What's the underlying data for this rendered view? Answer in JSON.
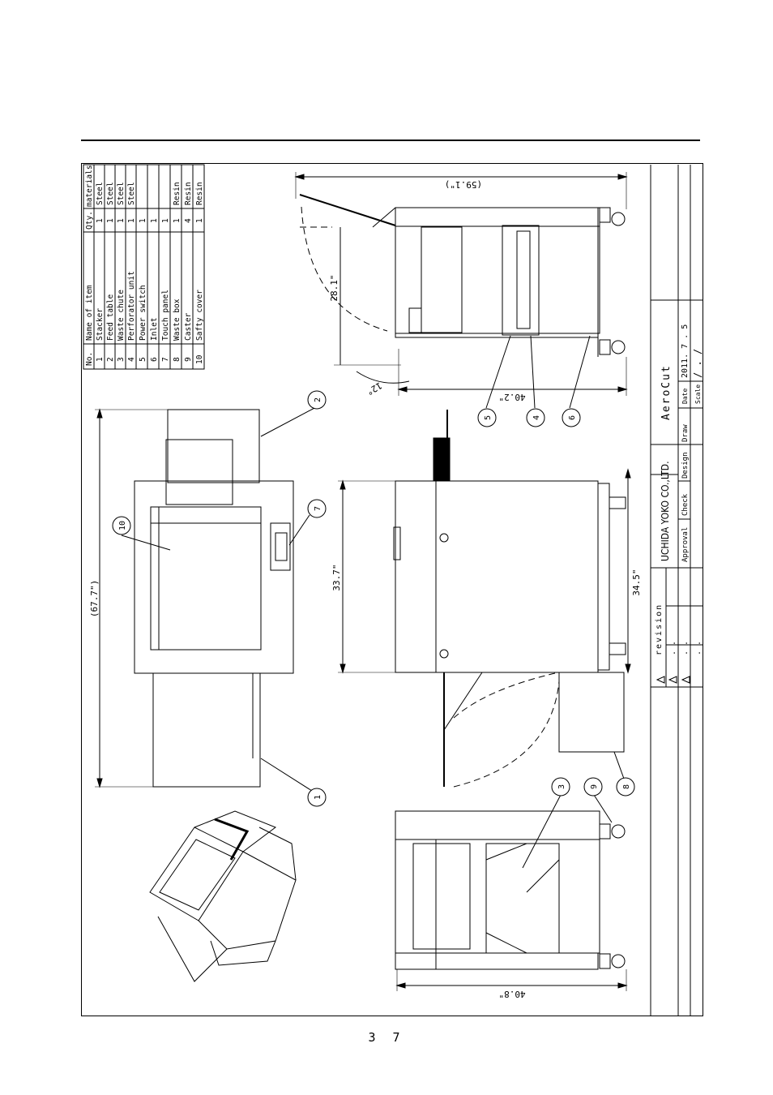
{
  "parts": {
    "headers": {
      "no": "No.",
      "name": "Name of item",
      "qty": "Qty.",
      "mat": "materials"
    },
    "rows": [
      {
        "no": "1",
        "name": "Stacker",
        "qty": "1",
        "mat": "Steel"
      },
      {
        "no": "2",
        "name": "Feed table",
        "qty": "1",
        "mat": "Steel"
      },
      {
        "no": "3",
        "name": "Waste chute",
        "qty": "1",
        "mat": "Steel"
      },
      {
        "no": "4",
        "name": "Perforator unit",
        "qty": "1",
        "mat": "Steel"
      },
      {
        "no": "5",
        "name": "Power switch",
        "qty": "1",
        "mat": ""
      },
      {
        "no": "6",
        "name": "Inlet",
        "qty": "1",
        "mat": ""
      },
      {
        "no": "7",
        "name": "Touch panel",
        "qty": "1",
        "mat": ""
      },
      {
        "no": "8",
        "name": "Waste box",
        "qty": "1",
        "mat": "Resin"
      },
      {
        "no": "9",
        "name": "Caster",
        "qty": "4",
        "mat": "Resin"
      },
      {
        "no": "10",
        "name": "Safty cover",
        "qty": "1",
        "mat": "Resin"
      }
    ]
  },
  "dimensions": {
    "overall_top": "(59.1\")",
    "height_stacker": "28.1\"",
    "angle": "12°",
    "depth_side": "40.2\"",
    "overall_length": "(67.7\")",
    "height_front": "33.7\"",
    "width_front": "34.5\"",
    "depth_back": "40.8\""
  },
  "callouts": [
    "1",
    "2",
    "3",
    "4",
    "5",
    "6",
    "7",
    "8",
    "9",
    "10"
  ],
  "title_block": {
    "revision": "revision",
    "rev_rows": [
      ". .",
      ". .",
      ". ."
    ],
    "company": "UCHIDA YOKO CO.,LTD.",
    "product": "AeroCut",
    "approval": "Approval",
    "check": "Check",
    "design": "Design",
    "draw": "Draw",
    "date_label": "Date",
    "date_value": "2011. 7 . 5",
    "scale_label": "Scale",
    "scale_value": "/ . /"
  },
  "page_number": "3 7"
}
